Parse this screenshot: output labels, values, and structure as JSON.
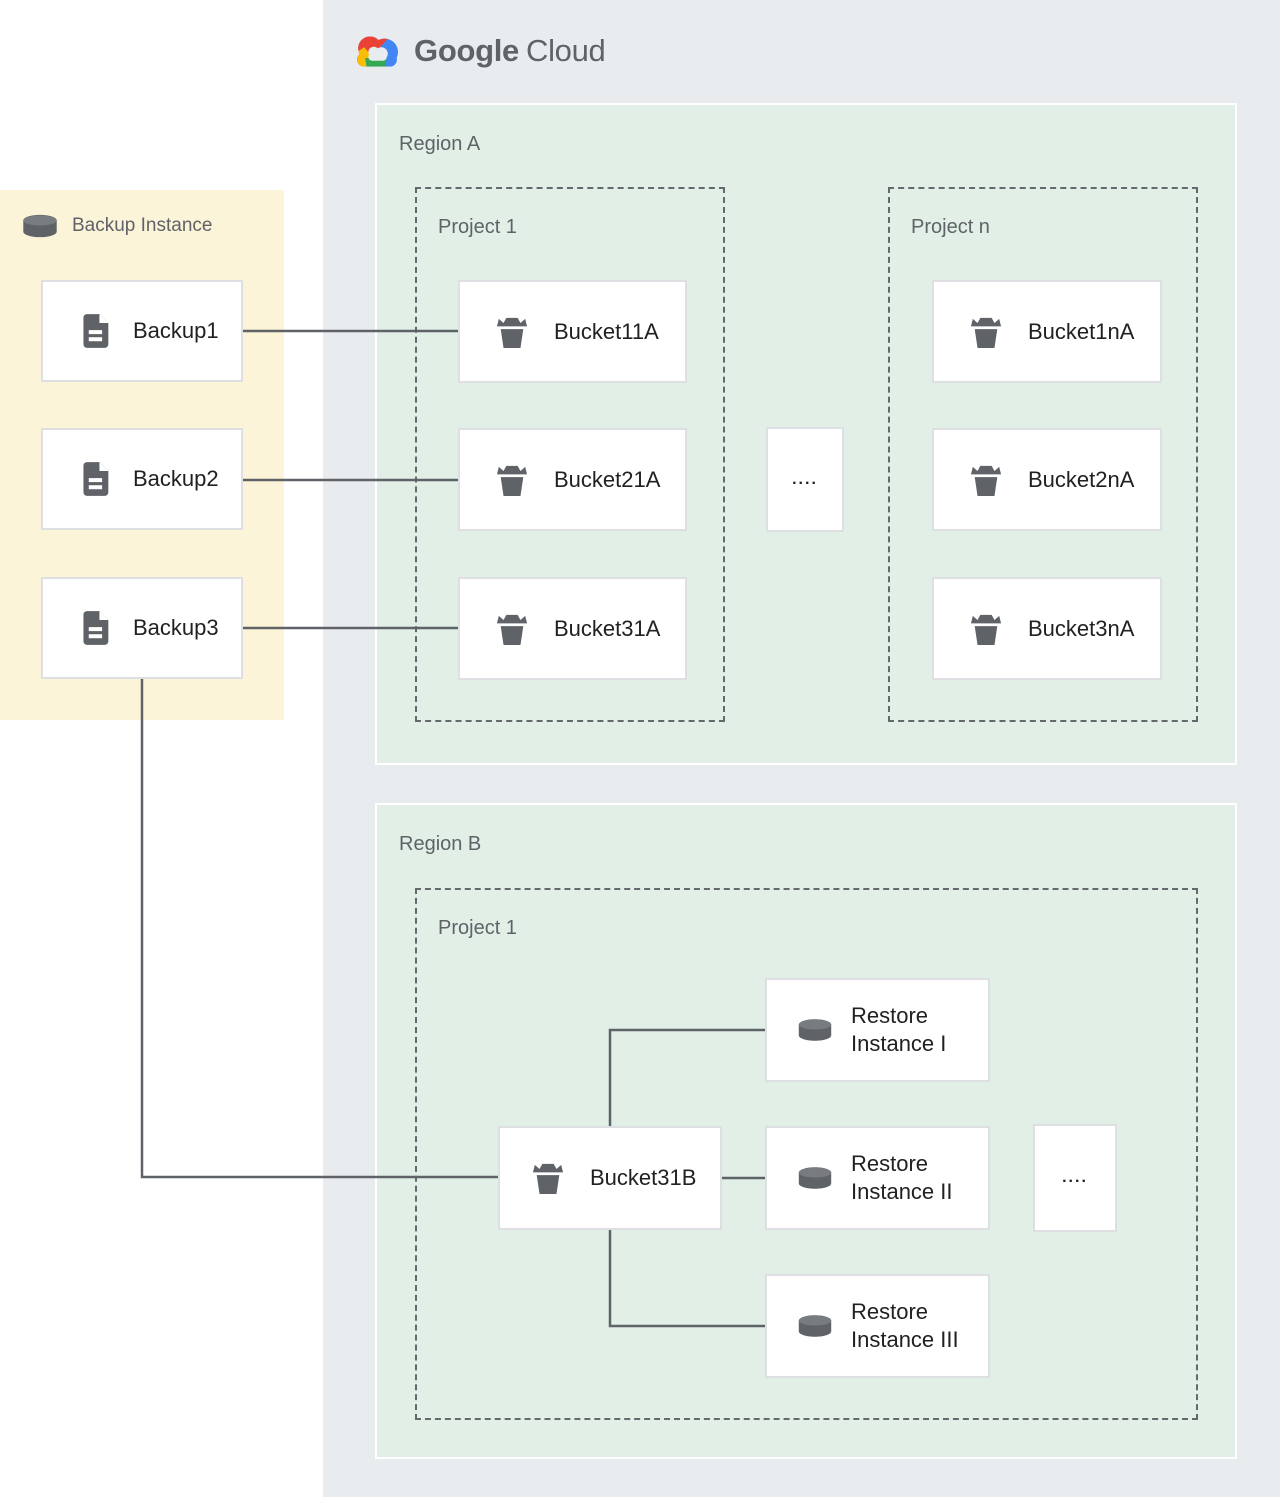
{
  "logo": {
    "brand": "Google",
    "product": "Cloud"
  },
  "backup_panel": {
    "title": "Backup Instance",
    "items": [
      {
        "label": "Backup1"
      },
      {
        "label": "Backup2"
      },
      {
        "label": "Backup3"
      }
    ]
  },
  "region_a": {
    "label": "Region A",
    "ellipsis": "....",
    "project_1": {
      "label": "Project 1",
      "buckets": [
        {
          "label": "Bucket11A"
        },
        {
          "label": "Bucket21A"
        },
        {
          "label": "Bucket31A"
        }
      ]
    },
    "project_n": {
      "label": "Project n",
      "buckets": [
        {
          "label": "Bucket1nA"
        },
        {
          "label": "Bucket2nA"
        },
        {
          "label": "Bucket3nA"
        }
      ]
    }
  },
  "region_b": {
    "label": "Region B",
    "project_1": {
      "label": "Project 1",
      "ellipsis": "....",
      "bucket": {
        "label": "Bucket31B"
      },
      "restores": [
        {
          "line1": "Restore",
          "line2": "Instance I"
        },
        {
          "line1": "Restore",
          "line2": "Instance II"
        },
        {
          "line1": "Restore",
          "line2": "Instance III"
        }
      ]
    }
  },
  "colors": {
    "container_bg": "#e9ecef",
    "region_bg": "#e1efe7",
    "backup_panel_bg": "#fcf4d8",
    "node_border": "#dddfe2",
    "connector": "#5f6368",
    "label_gray": "#5f6368",
    "node_text": "#212121",
    "icon_gray": "#5f6368",
    "logo_red": "#ea4335",
    "logo_blue": "#4285f4",
    "logo_yellow": "#fbbc05",
    "logo_green": "#34a853"
  }
}
